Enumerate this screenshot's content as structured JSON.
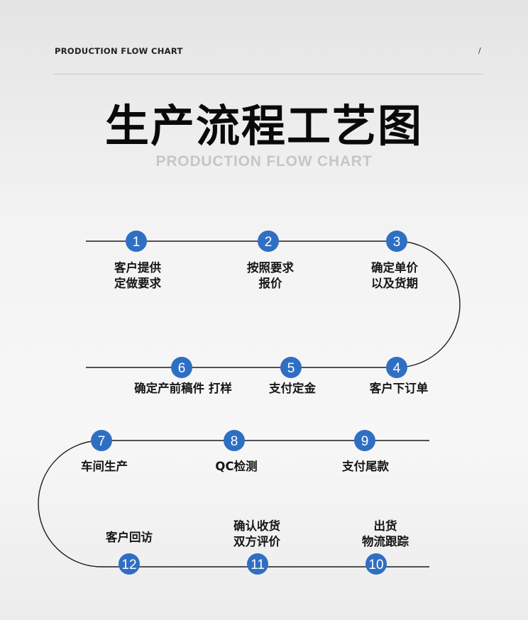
{
  "header": {
    "label": "PRODUCTION FLOW CHART",
    "slash": "/"
  },
  "title": {
    "main": "生产流程工艺图",
    "sub": "PRODUCTION FLOW CHART"
  },
  "colors": {
    "circle": "#2f6fc3",
    "line": "#1c1c1c",
    "subtitle": "#c6c6c6"
  },
  "steps": [
    {
      "number": "1",
      "lines": [
        "客户提供",
        "定做要求"
      ]
    },
    {
      "number": "2",
      "lines": [
        "按照要求",
        "报价"
      ]
    },
    {
      "number": "3",
      "lines": [
        "确定单价",
        "以及货期"
      ]
    },
    {
      "number": "4",
      "lines": [
        "客户下订单"
      ]
    },
    {
      "number": "5",
      "lines": [
        "支付定金"
      ]
    },
    {
      "number": "6",
      "lines": [
        "确定产前稿件 打样"
      ]
    },
    {
      "number": "7",
      "lines": [
        "车间生产"
      ]
    },
    {
      "number": "8",
      "lines": [
        "QC检测"
      ]
    },
    {
      "number": "9",
      "lines": [
        "支付尾款"
      ]
    },
    {
      "number": "10",
      "lines": [
        "出货",
        "物流跟踪"
      ]
    },
    {
      "number": "11",
      "lines": [
        "确认收货",
        "双方评价"
      ]
    },
    {
      "number": "12",
      "lines": [
        "客户回访"
      ]
    }
  ]
}
